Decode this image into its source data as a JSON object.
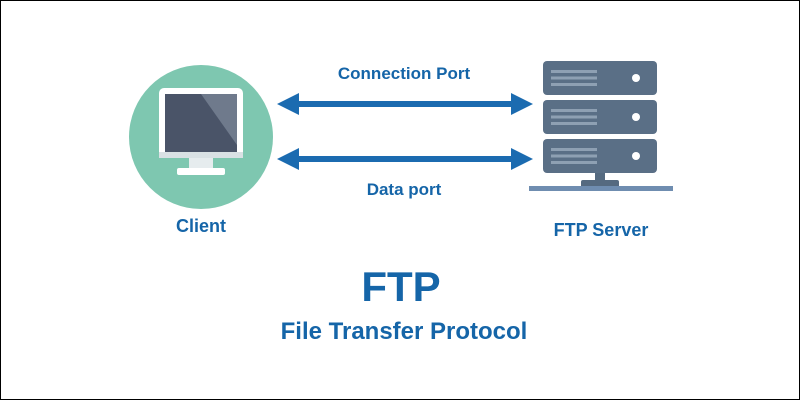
{
  "diagram": {
    "client_label": "Client",
    "server_label": "FTP Server",
    "connection_label": "Connection Port",
    "data_label": "Data port",
    "title": "FTP",
    "subtitle": "File Transfer Protocol"
  },
  "colors": {
    "accent_blue": "#1565a8",
    "arrow_blue": "#1b6bb0",
    "client_circle": "#7ec7b0",
    "monitor_frame": "#ffffff",
    "screen_dark": "#4a5468",
    "screen_light": "#6f7a8c",
    "server_body": "#5a6f86",
    "server_base": "#6f8db0"
  }
}
